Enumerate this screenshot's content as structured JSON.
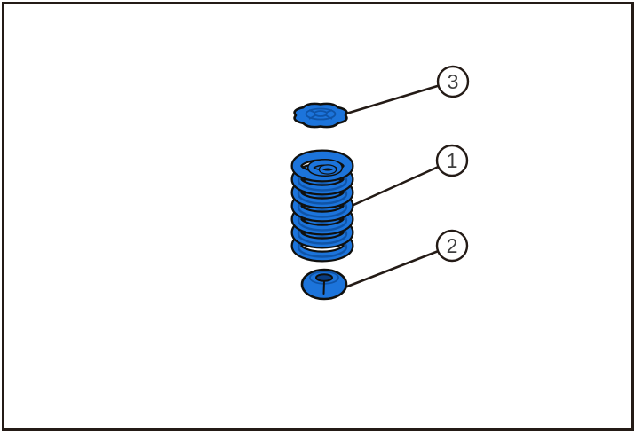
{
  "diagram": {
    "callouts": [
      {
        "number": "1"
      },
      {
        "number": "2"
      },
      {
        "number": "3"
      }
    ]
  },
  "colors": {
    "background": "#ffffff",
    "frame_border": "#241b16",
    "ink": "#241b16",
    "outline": "#10100e",
    "part_fill": "#1c74db",
    "part_shade": "#0f54a8",
    "part_dark": "#0a3c80",
    "callout_text": "#3e3e3e"
  }
}
